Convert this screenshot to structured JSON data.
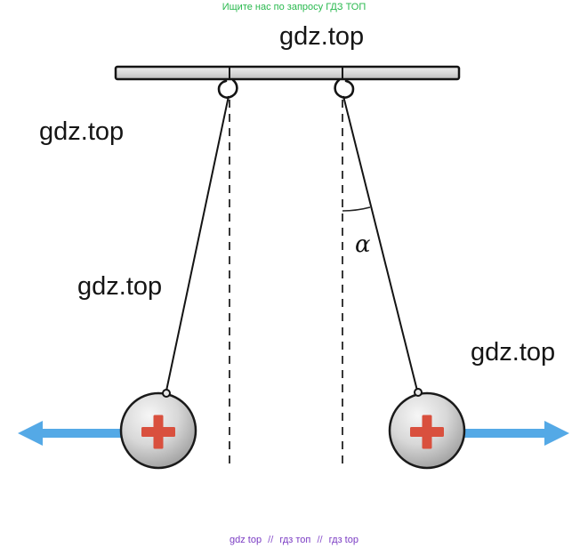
{
  "header": {
    "promo_text": "Ищите нас по запросу ГДЗ ТОП",
    "promo_color": "#29b94e"
  },
  "watermarks": {
    "top": "gdz.top",
    "upper_left": "gdz.top",
    "middle_left": "gdz.top",
    "right": "gdz.top"
  },
  "diagram": {
    "description": "Two positively charged balls hanging on strings from a horizontal bar, repelling each other",
    "angle_label": "α",
    "left_charge_symbol": "+",
    "right_charge_symbol": "+",
    "colors": {
      "arrow": "#54a9e6",
      "charge": "#d9503e",
      "bar_fill": "#d9d9d9",
      "line": "#1a1a1a"
    }
  },
  "footer": {
    "items": [
      "gdz top",
      "гдз топ",
      "гдз top"
    ],
    "separator": "//",
    "color": "#7b3cc4"
  }
}
